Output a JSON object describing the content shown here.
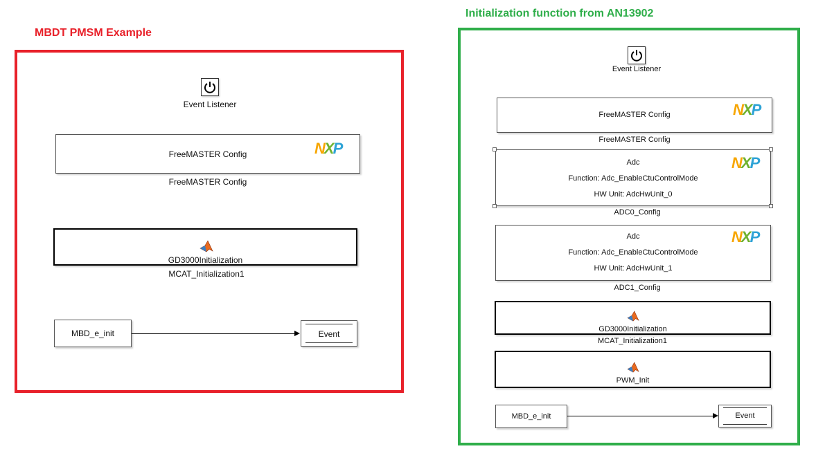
{
  "colors": {
    "left_accent": "#e8212a",
    "right_accent": "#2fae4a"
  },
  "left": {
    "title": "MBDT PMSM Example",
    "event_listener": {
      "label": "Event Listener",
      "icon": "power-icon"
    },
    "freemaster": {
      "block_text": "FreeMASTER Config",
      "caption": "FreeMASTER Config",
      "logo_n": "N",
      "logo_x": "X",
      "logo_p": "P"
    },
    "mcat": {
      "block_text": "GD3000Initialization",
      "caption": "MCAT_Initialization1",
      "icon": "matlab-icon"
    },
    "source": {
      "label": "MBD_e_init"
    },
    "event": {
      "label": "Event"
    }
  },
  "right": {
    "title": "Initialization function from AN13902",
    "event_listener": {
      "label": "Event Listener",
      "icon": "power-icon"
    },
    "freemaster": {
      "block_text": "FreeMASTER Config",
      "caption": "FreeMASTER Config",
      "logo_n": "N",
      "logo_x": "X",
      "logo_p": "P"
    },
    "adc0": {
      "line1": "Adc",
      "line2": "Function: Adc_EnableCtuControlMode",
      "line3": "HW Unit: AdcHwUnit_0",
      "caption": "ADC0_Config",
      "logo_n": "N",
      "logo_x": "X",
      "logo_p": "P"
    },
    "adc1": {
      "line1": "Adc",
      "line2": "Function: Adc_EnableCtuControlMode",
      "line3": "HW Unit: AdcHwUnit_1",
      "caption": "ADC1_Config",
      "logo_n": "N",
      "logo_x": "X",
      "logo_p": "P"
    },
    "mcat": {
      "block_text": "GD3000Initialization",
      "caption": "MCAT_Initialization1",
      "icon": "matlab-icon"
    },
    "pwm": {
      "block_text": "PWM_Init",
      "icon": "matlab-icon"
    },
    "source": {
      "label": "MBD_e_init"
    },
    "event": {
      "label": "Event"
    }
  }
}
